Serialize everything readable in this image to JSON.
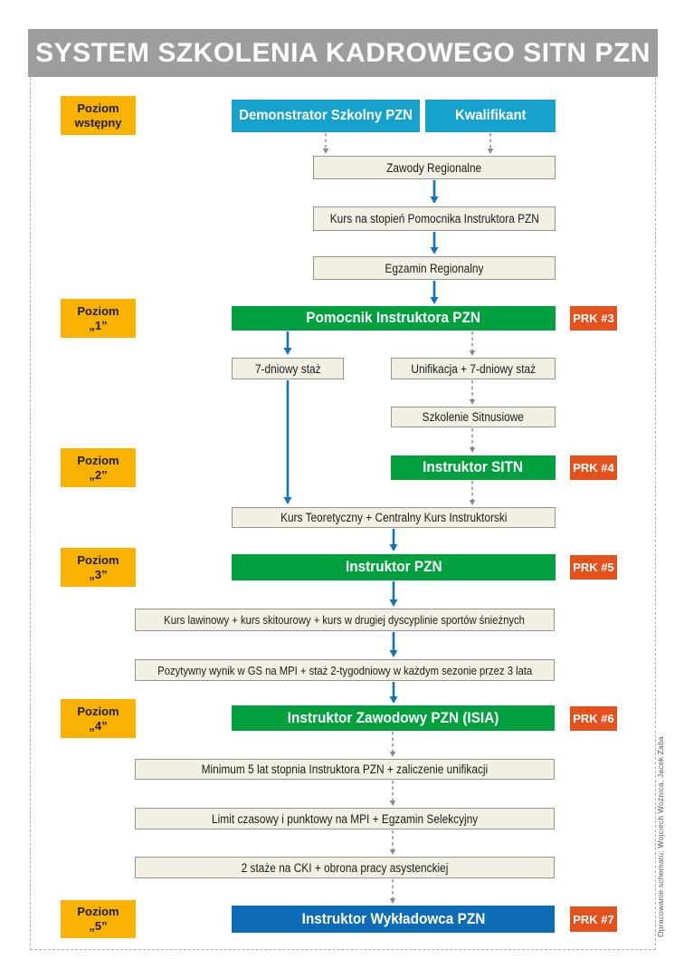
{
  "page": {
    "title": "SYSTEM SZKOLENIA KADROWEGO SITN PZN",
    "credit": "Opracowanie schematu: Wojciech Woźnica, Jacek Żaba"
  },
  "colors": {
    "header-gray": "#9D9D9C",
    "level-yellow": "#F9B200",
    "entry-cyan": "#16A2CC",
    "degree-green": "#00A03F",
    "degree-blue": "#0D6CB5",
    "prk-orange": "#E4511D",
    "step-beige": "#F2F0E4",
    "step-border": "#97968D",
    "arrow-blue": "#1173B9",
    "arrow-gray": "#878787",
    "text-dark": "#1D1D1B"
  },
  "levels": {
    "intro": {
      "line1": "Poziom",
      "line2": "wstępny"
    },
    "l1": {
      "line1": "Poziom",
      "line2": "„1”"
    },
    "l2": {
      "line1": "Poziom",
      "line2": "„2”"
    },
    "l3": {
      "line1": "Poziom",
      "line2": "„3”"
    },
    "l4": {
      "line1": "Poziom",
      "line2": "„4”"
    },
    "l5": {
      "line1": "Poziom",
      "line2": "„5”"
    }
  },
  "flow": {
    "demonstrator": "Demonstrator Szkolny PZN",
    "kwalifikant": "Kwalifikant",
    "zawody": "Zawody Regionalne",
    "kurs_pomocnik": "Kurs na stopień Pomocnika Instruktora PZN",
    "egzamin_regionalny": "Egzamin Regionalny",
    "pomocnik": "Pomocnik Instruktora PZN",
    "staz7": "7-dniowy staż",
    "unifikacja": "Unifikacja + 7-dniowy staż",
    "szkolenie_sitnusiowe": "Szkolenie Sitnusiowe",
    "instruktor_sitn": "Instruktor SITN",
    "kurs_teoretyczny": "Kurs Teoretyczny + Centralny Kurs Instruktorski",
    "instruktor_pzn": "Instruktor PZN",
    "kurs_lawinowy": "Kurs lawinowy + kurs skitourowy + kurs w drugiej dyscyplinie sportów śnieżnych",
    "pozytywny_wynik": "Pozytywny wynik w GS na MPI + staż 2-tygodniowy w każdym sezonie przez 3 lata",
    "instruktor_zawodowy": "Instruktor Zawodowy PZN (ISIA)",
    "minimum_5lat": "Minimum 5 lat stopnia Instruktora PZN + zaliczenie unifikacji",
    "limit_czasowy": "Limit czasowy i punktowy na MPI + Egzamin Selekcyjny",
    "staze_cki": "2 staże na CKI + obrona pracy asystenckiej",
    "instruktor_wykladowca": "Instruktor Wykładowca PZN"
  },
  "prk": {
    "p3": "PRK #3",
    "p4": "PRK #4",
    "p5": "PRK #5",
    "p6": "PRK #6",
    "p7": "PRK #7"
  }
}
